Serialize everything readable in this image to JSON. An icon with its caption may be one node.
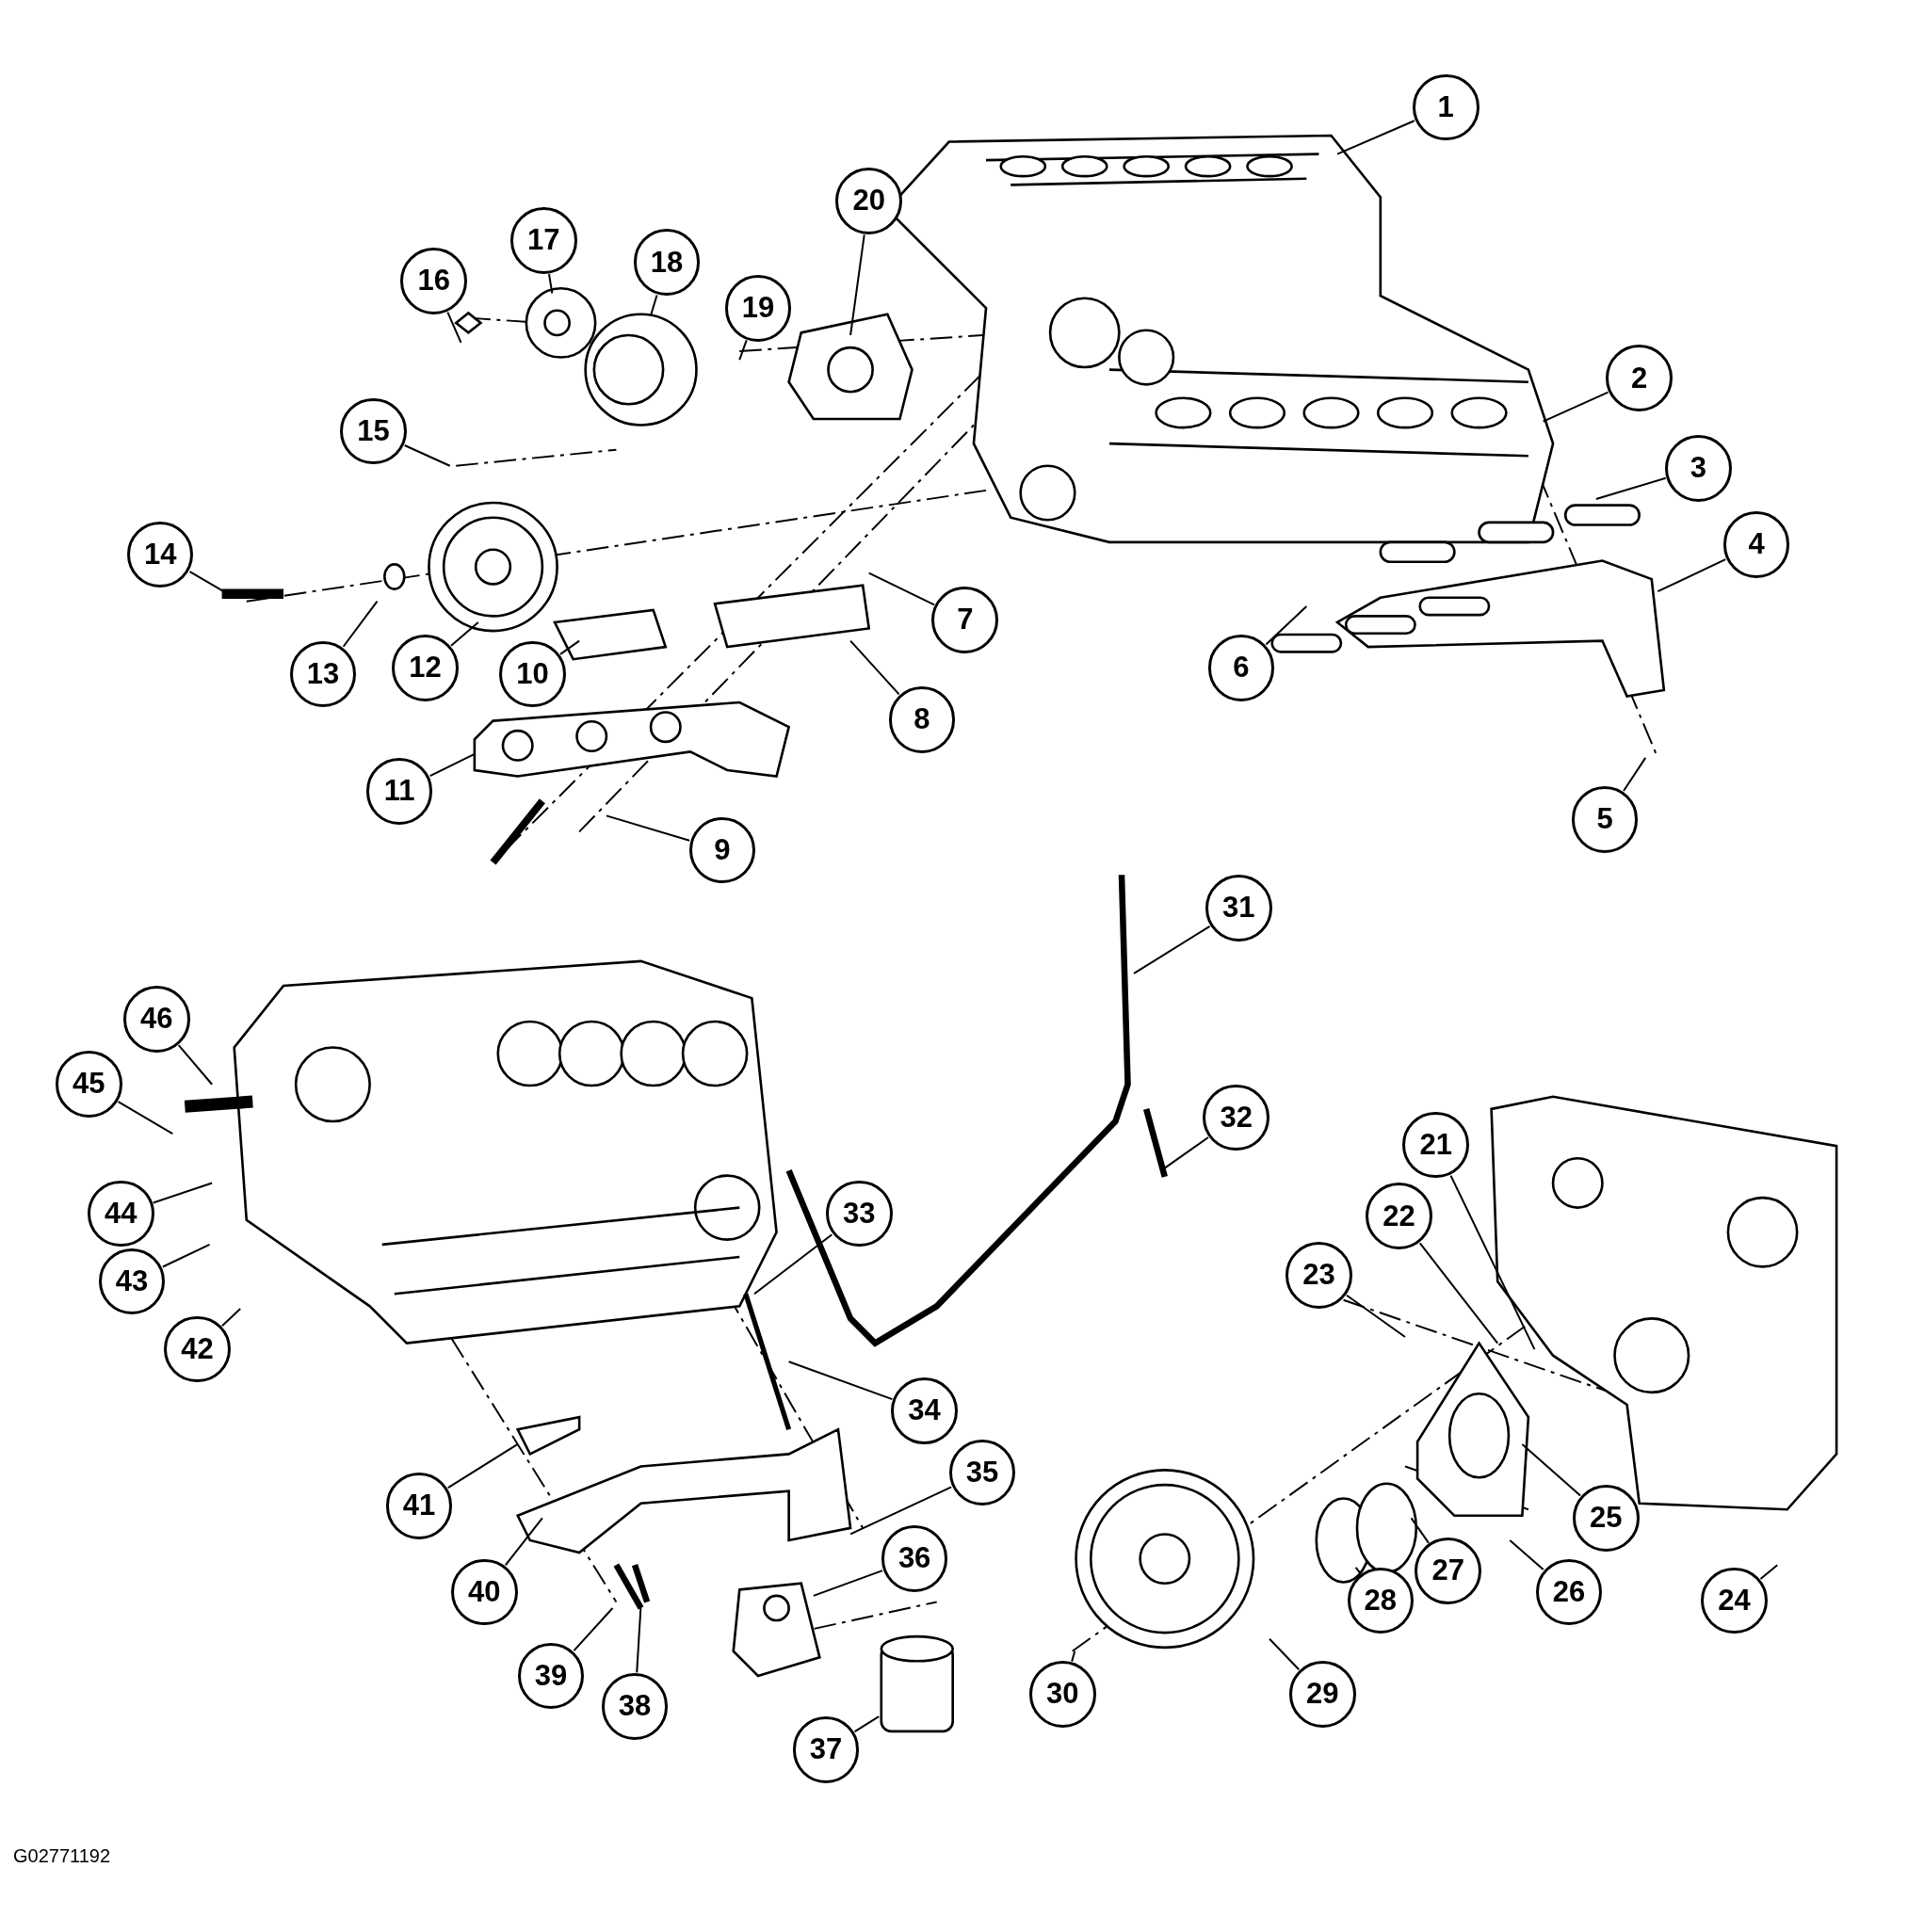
{
  "diagram": {
    "nodes": [
      {
        "text": [
          "1"
        ]
      },
      {
        "text": [
          "2"
        ]
      },
      {
        "text": [
          "3"
        ]
      },
      {
        "text": [
          "4"
        ]
      },
      {
        "text": [
          "5"
        ]
      },
      {
        "text": [
          "6"
        ]
      },
      {
        "text": [
          "7"
        ]
      },
      {
        "text": [
          "8"
        ]
      },
      {
        "text": [
          "9"
        ]
      },
      {
        "text": [
          "10"
        ]
      },
      {
        "text": [
          "11"
        ]
      },
      {
        "text": [
          "12"
        ]
      },
      {
        "text": [
          "13"
        ]
      },
      {
        "text": [
          "14"
        ]
      },
      {
        "text": [
          "15"
        ]
      },
      {
        "text": [
          "16"
        ]
      },
      {
        "text": [
          "17"
        ]
      },
      {
        "text": [
          "18"
        ]
      },
      {
        "text": [
          "19"
        ]
      },
      {
        "text": [
          "20"
        ]
      },
      {
        "text": [
          "21"
        ]
      },
      {
        "text": [
          "22"
        ]
      },
      {
        "text": [
          "23"
        ]
      },
      {
        "text": [
          "24"
        ]
      },
      {
        "text": [
          "25"
        ]
      },
      {
        "text": [
          "26"
        ]
      },
      {
        "text": [
          "27"
        ]
      },
      {
        "text": [
          "28"
        ]
      },
      {
        "text": [
          "29"
        ]
      },
      {
        "text": [
          "30"
        ]
      },
      {
        "text": [
          "31"
        ]
      },
      {
        "text": [
          "32"
        ]
      },
      {
        "text": [
          "33"
        ]
      },
      {
        "text": [
          "34"
        ]
      },
      {
        "text": [
          "35"
        ]
      },
      {
        "text": [
          "36"
        ]
      },
      {
        "text": [
          "37"
        ]
      },
      {
        "text": [
          "38"
        ]
      },
      {
        "text": [
          "39"
        ]
      },
      {
        "text": [
          "40"
        ]
      },
      {
        "text": [
          "41"
        ]
      },
      {
        "text": [
          "42"
        ]
      },
      {
        "text": [
          "43"
        ]
      },
      {
        "text": [
          "44"
        ]
      },
      {
        "text": [
          "45"
        ]
      },
      {
        "text": [
          "46"
        ]
      }
    ],
    "edges": [
      {
        "from": 0,
        "to": null,
        "arrow": "none"
      },
      {
        "from": 1,
        "to": null,
        "arrow": "none"
      },
      {
        "from": 2,
        "to": null,
        "arrow": "none"
      },
      {
        "from": 3,
        "to": null,
        "arrow": "none"
      },
      {
        "from": 4,
        "to": null,
        "arrow": "none"
      },
      {
        "from": 5,
        "to": null,
        "arrow": "none"
      },
      {
        "from": 6,
        "to": null,
        "arrow": "none"
      },
      {
        "from": 7,
        "to": null,
        "arrow": "none"
      },
      {
        "from": 8,
        "to": null,
        "arrow": "none"
      },
      {
        "from": 9,
        "to": null,
        "arrow": "none"
      },
      {
        "from": 10,
        "to": null,
        "arrow": "none"
      },
      {
        "from": 11,
        "to": null,
        "arrow": "none"
      },
      {
        "from": 12,
        "to": null,
        "arrow": "none"
      },
      {
        "from": 13,
        "to": null,
        "arrow": "none"
      },
      {
        "from": 14,
        "to": null,
        "arrow": "none"
      },
      {
        "from": 15,
        "to": null,
        "arrow": "none"
      },
      {
        "from": 16,
        "to": null,
        "arrow": "none"
      },
      {
        "from": 17,
        "to": null,
        "arrow": "none"
      },
      {
        "from": 18,
        "to": null,
        "arrow": "none"
      },
      {
        "from": 19,
        "to": null,
        "arrow": "none"
      },
      {
        "from": 20,
        "to": null,
        "arrow": "none"
      },
      {
        "from": 21,
        "to": null,
        "arrow": "none"
      },
      {
        "from": 22,
        "to": null,
        "arrow": "none"
      },
      {
        "from": 23,
        "to": null,
        "arrow": "none"
      },
      {
        "from": 24,
        "to": null,
        "arrow": "none"
      },
      {
        "from": 25,
        "to": null,
        "arrow": "none"
      },
      {
        "from": 26,
        "to": null,
        "arrow": "none"
      },
      {
        "from": 27,
        "to": null,
        "arrow": "none"
      },
      {
        "from": 28,
        "to": null,
        "arrow": "none"
      },
      {
        "from": 29,
        "to": null,
        "arrow": "none"
      },
      {
        "from": 30,
        "to": null,
        "arrow": "none"
      },
      {
        "from": 31,
        "to": null,
        "arrow": "none"
      },
      {
        "from": 32,
        "to": null,
        "arrow": "none"
      },
      {
        "from": 33,
        "to": null,
        "arrow": "none"
      },
      {
        "from": 34,
        "to": null,
        "arrow": "none"
      },
      {
        "from": 35,
        "to": null,
        "arrow": "none"
      },
      {
        "from": 36,
        "to": null,
        "arrow": "none"
      },
      {
        "from": 37,
        "to": null,
        "arrow": "none"
      },
      {
        "from": 38,
        "to": null,
        "arrow": "none"
      },
      {
        "from": 39,
        "to": null,
        "arrow": "none"
      },
      {
        "from": 40,
        "to": null,
        "arrow": "none"
      },
      {
        "from": 41,
        "to": null,
        "arrow": "none"
      },
      {
        "from": 42,
        "to": null,
        "arrow": "none"
      },
      {
        "from": 43,
        "to": null,
        "arrow": "none"
      },
      {
        "from": 44,
        "to": null,
        "arrow": "none"
      },
      {
        "from": 45,
        "to": null,
        "arrow": "none"
      }
    ],
    "labels": [
      "G02771192"
    ]
  }
}
